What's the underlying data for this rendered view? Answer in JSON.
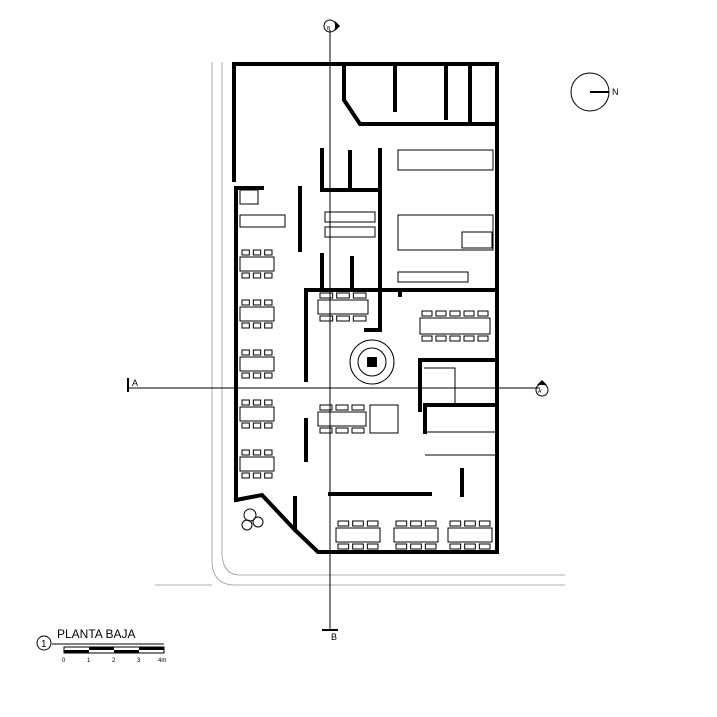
{
  "drawing": {
    "title": "PLANTA BAJA",
    "number": "1",
    "scale_labels": [
      "0",
      "1",
      "2",
      "3",
      "4m"
    ],
    "north_label": "N",
    "section_a_left": "A",
    "section_a_right": "A'",
    "section_b_top": "B",
    "section_b_bottom": "B"
  },
  "colors": {
    "ink": "#000000",
    "thin": "#999999"
  }
}
